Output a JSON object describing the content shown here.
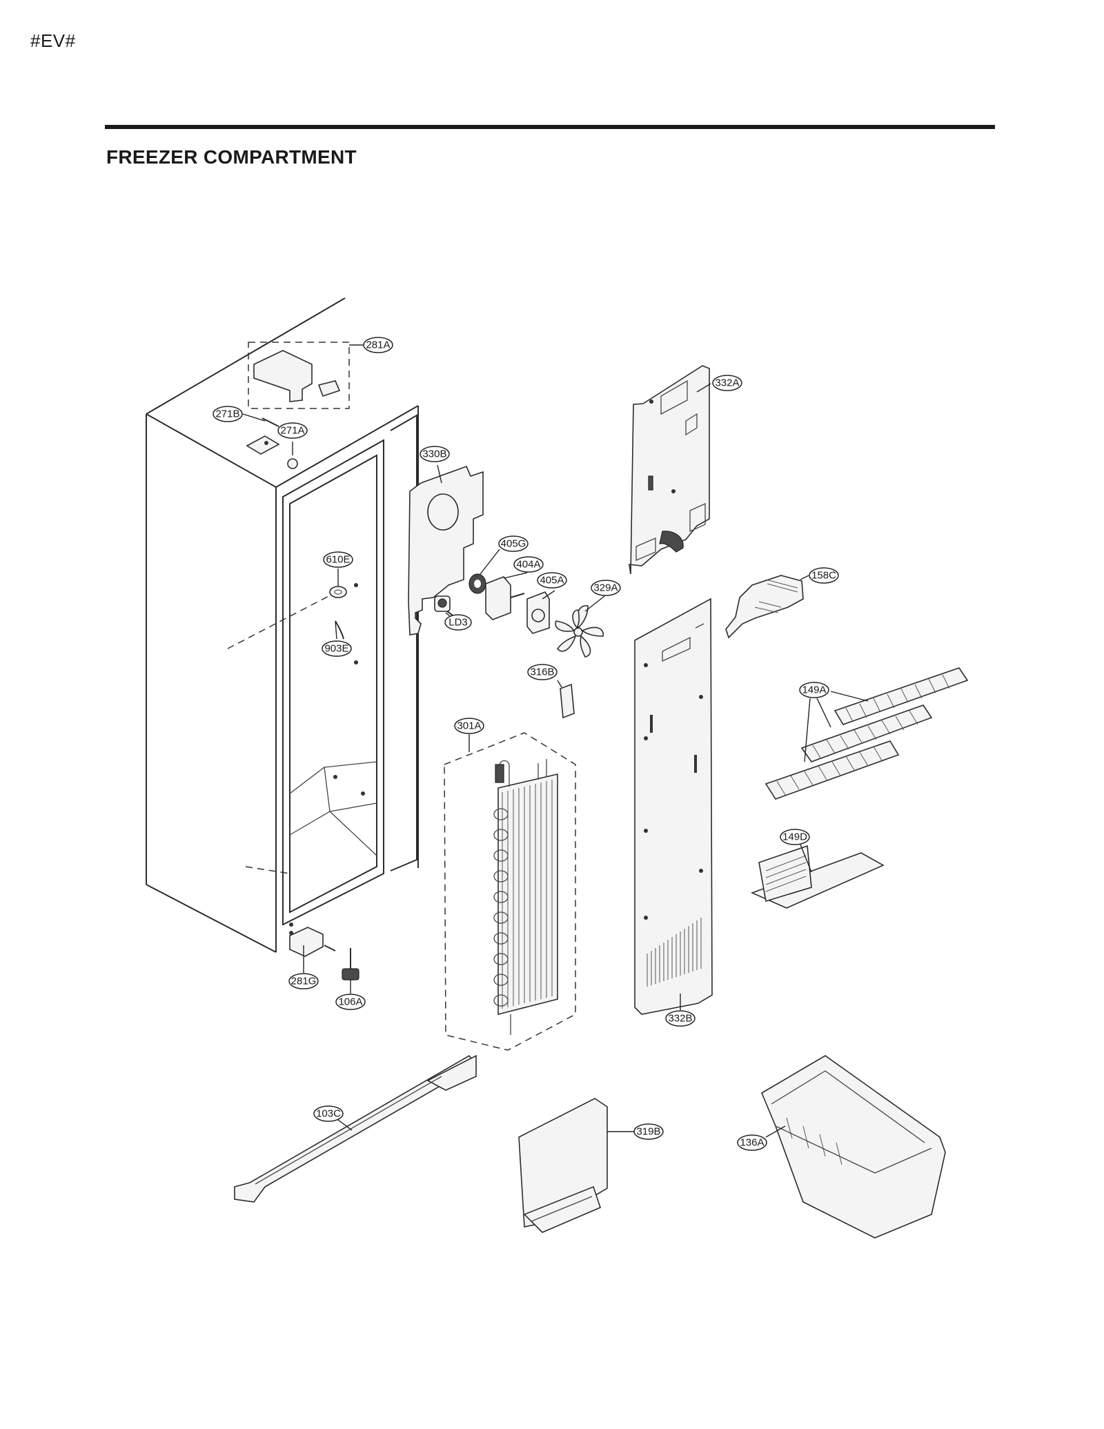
{
  "header": {
    "page_code": "#EV#",
    "title": "FREEZER COMPARTMENT"
  },
  "callouts": [
    {
      "id": "281A",
      "label": "281A"
    },
    {
      "id": "271B",
      "label": "271B"
    },
    {
      "id": "271A",
      "label": "271A"
    },
    {
      "id": "330B",
      "label": "330B"
    },
    {
      "id": "332A",
      "label": "332A"
    },
    {
      "id": "405G",
      "label": "405G"
    },
    {
      "id": "404A",
      "label": "404A"
    },
    {
      "id": "405A",
      "label": "405A"
    },
    {
      "id": "329A",
      "label": "329A"
    },
    {
      "id": "610E",
      "label": "610E"
    },
    {
      "id": "LD3",
      "label": "LD3"
    },
    {
      "id": "903E",
      "label": "903E"
    },
    {
      "id": "158C",
      "label": "158C"
    },
    {
      "id": "316B",
      "label": "316B"
    },
    {
      "id": "301A",
      "label": "301A"
    },
    {
      "id": "149A",
      "label": "149A"
    },
    {
      "id": "149D",
      "label": "149D"
    },
    {
      "id": "281G",
      "label": "281G"
    },
    {
      "id": "106A",
      "label": "106A"
    },
    {
      "id": "332B",
      "label": "332B"
    },
    {
      "id": "103C",
      "label": "103C"
    },
    {
      "id": "319B",
      "label": "319B"
    },
    {
      "id": "136A",
      "label": "136A"
    }
  ]
}
